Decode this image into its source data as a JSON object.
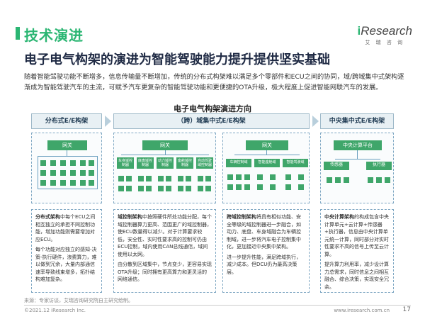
{
  "header": {
    "section_title": "技术演进",
    "headline": "电子电气构架的演进为智能驾驶能力提升提供坚实基础",
    "logo_brand_prefix": "i",
    "logo_brand": "Research",
    "logo_sub": "艾 瑞 咨 询"
  },
  "intro_text": "随着智能驾驶功能不断增多，信息传输量不断增加，传统的分布式构架难以满足多个零部件和ECU之间的协同，域/跨域集中式架构逐渐成为智能驾驶汽车的主流，可赋予汽车更复杂的智能驾驶功能和更便捷的OTA升级，极大程度上促进智能网联汽车的发展。",
  "diagram": {
    "title": "电子电气构架演进方向",
    "columns": [
      {
        "title": "分布式E/E构架"
      },
      {
        "title": "（跨）域集中式E/E构架"
      },
      {
        "title": "中央集中式E/E构架"
      }
    ],
    "distributed": {
      "gateway": "网关"
    },
    "domain": {
      "gateway": "网关",
      "domain_boxes": [
        "车身域控制器",
        "底盘域控制器",
        "动力域控制器",
        "座舱域控制器",
        "自动驾驶域控制器"
      ]
    },
    "cross_domain": {
      "gateway": "网关",
      "domain_boxes": [
        "车辆控制域",
        "智能座舱域",
        "智能驾驶域"
      ]
    },
    "central": {
      "platform": "中央计算平台",
      "units": [
        "传感器",
        "执行器"
      ]
    }
  },
  "descriptions": {
    "distributed": {
      "term": "分布式架构",
      "text1": "中每个ECU之间相互独立的承担不同控制功能，增加功能则需要增加对应ECU。",
      "text2": "每个功能对应独立的感知-决策-执行硬件，浪费算力，难以做到冗余，大量内部通信速率导致线束增多，拓扑结构难加复杂。"
    },
    "domain": {
      "term": "域控制架构",
      "text1": "中按照硬件所处功能分配，每个域控制器算力更高、范围更广的域控制器，使ECU数量得以减少。对于计算要求较低，安全性、实时性要求高的控制可仍由ECU控制，域内使用CAN总线通信，域间使用以太网。",
      "text2": "由分散到区域集中，节点变少，更容易实现OTA升级；同时拥有更高算力和更灵活的网络通信。"
    },
    "cross_domain": {
      "term": "跨域控制架构",
      "text1": "将具有相似功能、安全等级的域控制器进一步融合，如动力、底盘、车身域融合为车辆控制域，进一步将汽车电子控制集中化，更加接近中央集中架构。",
      "text2": "进一步提升性能，满足跨域执行，减少成本。但DCU仍为最高决策层。"
    },
    "central": {
      "term": "中央计算架构",
      "text1": "的构成包含中央计算单元+云计算+传感器+执行器，信息由中央计算单元统一计算，同时部分对实时性要求不高的信号上传至云计算。",
      "text2": "提升算力利用率，减少设计算力总需求，同时信息之间相互融合、综合决策，实现安全冗余。"
    }
  },
  "footer": {
    "source": "来源：专家访谈，艾瑞咨询研究院自主研究绘制。",
    "copyright": "©2021.12 iResearch Inc.",
    "website": "www.iresearch.com.cn",
    "page": "17"
  },
  "colors": {
    "accent": "#2bb673",
    "box_green": "#3fa66a",
    "line_blue": "#6a9fbf",
    "header_bg": "#e8f0f4"
  }
}
